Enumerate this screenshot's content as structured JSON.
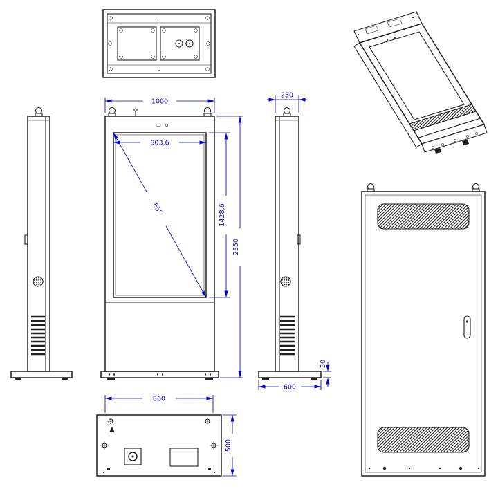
{
  "meta": {
    "line_color": "#1f1f1f",
    "dimension_color": "#0404cc",
    "background_color": "#ffffff"
  },
  "dimensions": {
    "front_width": "1000",
    "screen_width": "803,6",
    "screen_diagonal": "65\"",
    "screen_height": "1428,6",
    "overall_height": "2350",
    "side_depth": "230",
    "base_height": "50",
    "base_depth": "600",
    "bottom_width": "860",
    "bottom_depth": "500"
  }
}
